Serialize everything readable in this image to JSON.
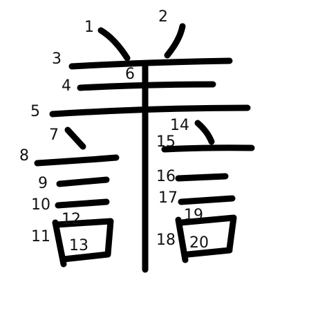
{
  "character": {
    "stroke_numbers": [
      "1",
      "2",
      "3",
      "4",
      "5",
      "6",
      "7",
      "8",
      "9",
      "10",
      "11",
      "12",
      "13",
      "14",
      "15",
      "16",
      "17",
      "18",
      "19",
      "20"
    ],
    "stroke_color": "#000000",
    "label_color": "#111111",
    "background_color": "#ffffff"
  }
}
